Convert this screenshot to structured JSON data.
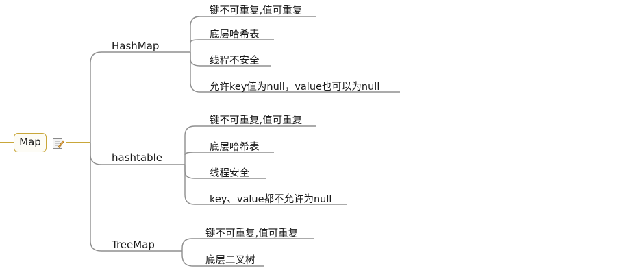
{
  "root": {
    "label": "Map",
    "icon": "note-edit-icon"
  },
  "branches": [
    {
      "label": "HashMap",
      "leaves": [
        "键不可重复,值可重复",
        "底层哈希表",
        "线程不安全",
        "允许key值为null，value也可以为null"
      ]
    },
    {
      "label": "hashtable",
      "leaves": [
        "键不可重复,值可重复",
        "底层哈希表",
        "线程安全",
        "key、value都不允许为null"
      ]
    },
    {
      "label": "TreeMap",
      "leaves": [
        "键不可重复,值可重复",
        "底层二叉树"
      ]
    }
  ],
  "colors": {
    "edge": "#8f8f8f",
    "root_edge": "#c9a73a",
    "root_border": "#c9a73a"
  }
}
